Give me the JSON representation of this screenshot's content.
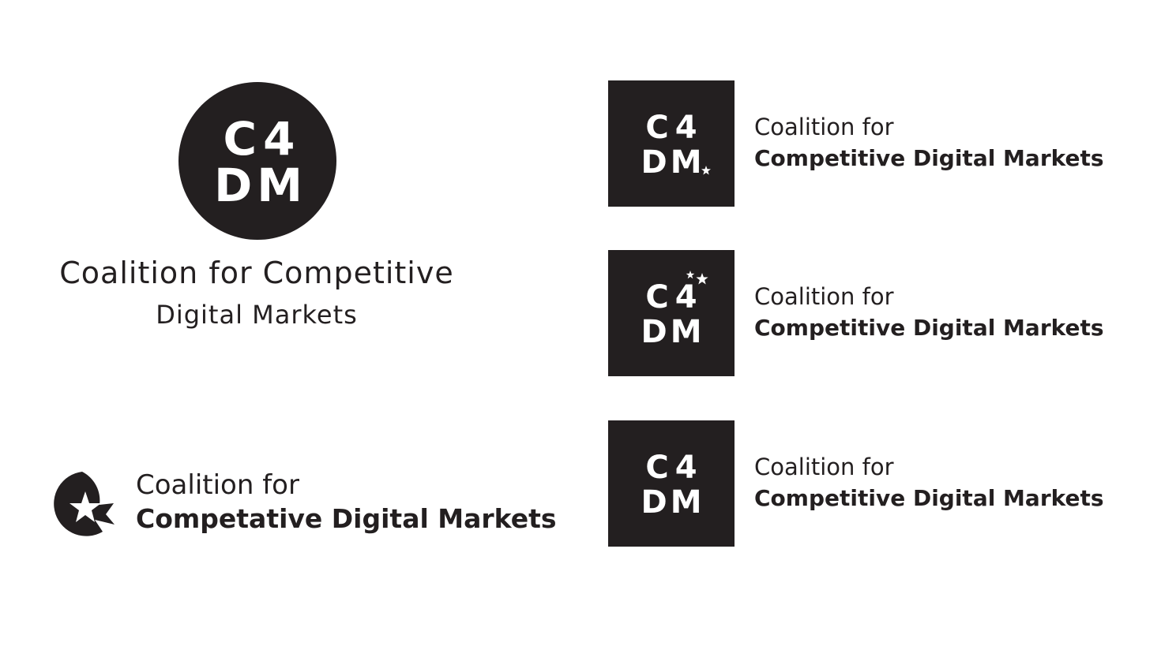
{
  "colors": {
    "mark": "#231f20",
    "mark_text": "#ffffff",
    "background": "#ffffff"
  },
  "mark": {
    "line1": "C4",
    "line2": "DM"
  },
  "logo_circle_stacked": {
    "name_line1": "Coalition for Competitive",
    "name_line2": "Digital Markets"
  },
  "logo_star_horizontal": {
    "icon": "star-circle-icon",
    "name_light": "Coalition for",
    "name_bold": "Competative Digital Markets"
  },
  "logo_square_dot": {
    "icon": "star-icon",
    "name_light": "Coalition for",
    "name_bold": "Competitive Digital Markets"
  },
  "logo_square_stars": {
    "icon": "two-stars-icon",
    "name_light": "Coalition for",
    "name_bold": "Competitive Digital Markets"
  },
  "logo_square_plain": {
    "name_light": "Coalition for",
    "name_bold": "Competitive Digital Markets"
  }
}
